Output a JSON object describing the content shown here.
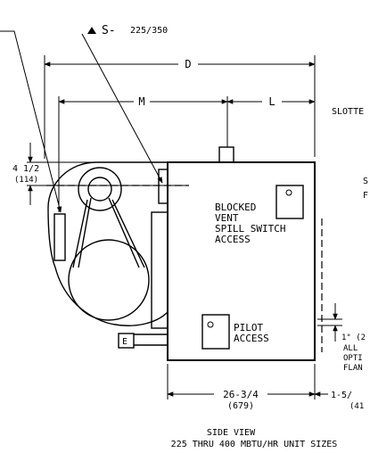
{
  "callout_s": {
    "letter": "S-",
    "value": "225/350"
  },
  "dim_d": "D",
  "dim_m": "M",
  "dim_l": "L",
  "slotted_label": "SLOTTE",
  "offset_dim": {
    "value": "4 1/2",
    "metric": "(114)"
  },
  "blocked_vent_label": [
    "BLOCKED",
    "VENT",
    "SPILL SWITCH",
    "ACCESS"
  ],
  "pilot_label": [
    "PILOT",
    "ACCESS"
  ],
  "right_note": [
    "1\" (2",
    "ALL",
    "OPTI",
    "FLAN"
  ],
  "bottom_dim": {
    "value": "26-3/4",
    "metric": "(679)"
  },
  "side_dim": {
    "value": "1-5/",
    "metric": "(41"
  },
  "caption": {
    "line1": "SIDE VIEW",
    "line2": "225 THRU 400 MBTU/HR UNIT SIZES"
  }
}
